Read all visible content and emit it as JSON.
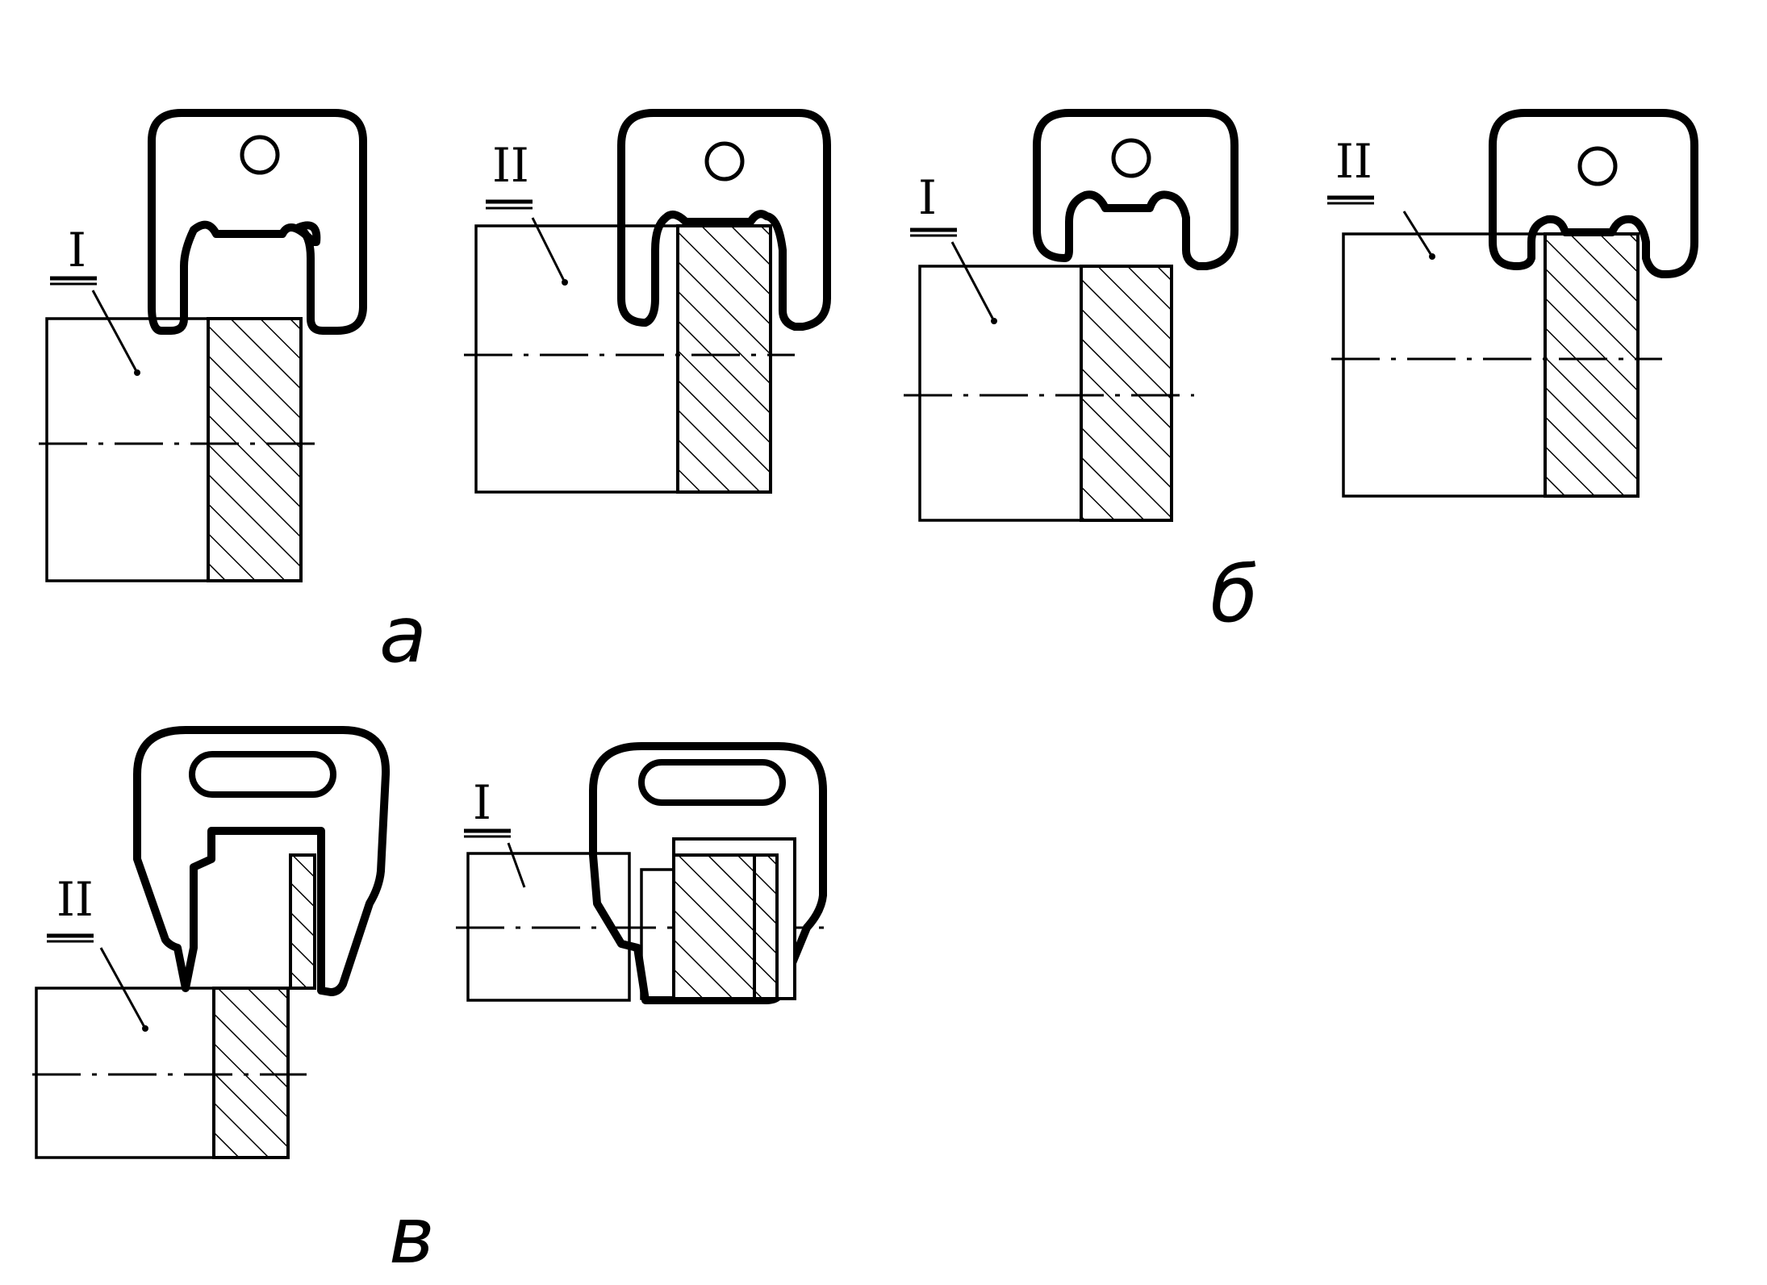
{
  "figure": {
    "captions": {
      "a": "а",
      "b": "б",
      "v": "в"
    },
    "parts": [
      {
        "id": "a1",
        "mark": "I",
        "hatch": "full-hatch",
        "hole": "circle-hole"
      },
      {
        "id": "a2",
        "mark": "II",
        "hatch": "full-hatch",
        "hole": "circle-hole"
      },
      {
        "id": "b1",
        "mark": "I",
        "hatch": "full-hatch",
        "hole": "circle-hole"
      },
      {
        "id": "b2",
        "mark": "II",
        "hatch": "full-hatch",
        "hole": "circle-hole"
      },
      {
        "id": "v1",
        "mark": "II",
        "hatch": "partial-hatch",
        "hole": "slot-hole"
      },
      {
        "id": "v2",
        "mark": "I",
        "hatch": "partial-hatch",
        "hole": "slot-hole"
      }
    ]
  }
}
